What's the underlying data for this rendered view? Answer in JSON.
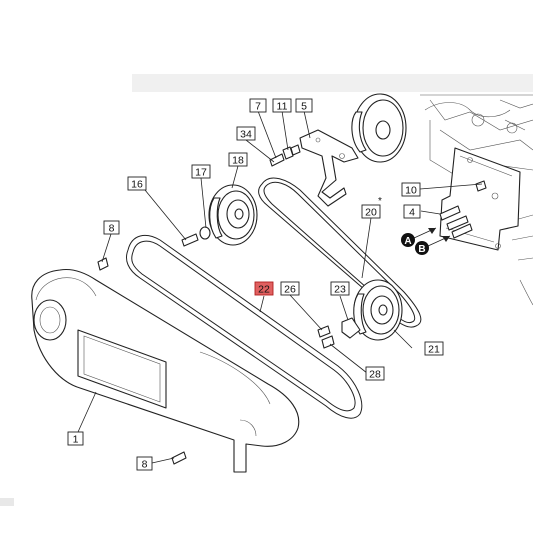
{
  "callouts": {
    "c1": "1",
    "c4": "4",
    "c5": "5",
    "c7": "7",
    "c8a": "8",
    "c8b": "8",
    "c10": "10",
    "c11": "11",
    "c16": "16",
    "c17": "17",
    "c18": "18",
    "c20": "20",
    "c21": "21",
    "c22": "22",
    "c23": "23",
    "c26": "26",
    "c28": "28",
    "c34": "34"
  },
  "markers": {
    "a": "A",
    "b": "B",
    "star": "*"
  },
  "colors": {
    "highlight": "#e06060",
    "line": "#222222",
    "header_band": "#f0f0f0"
  }
}
